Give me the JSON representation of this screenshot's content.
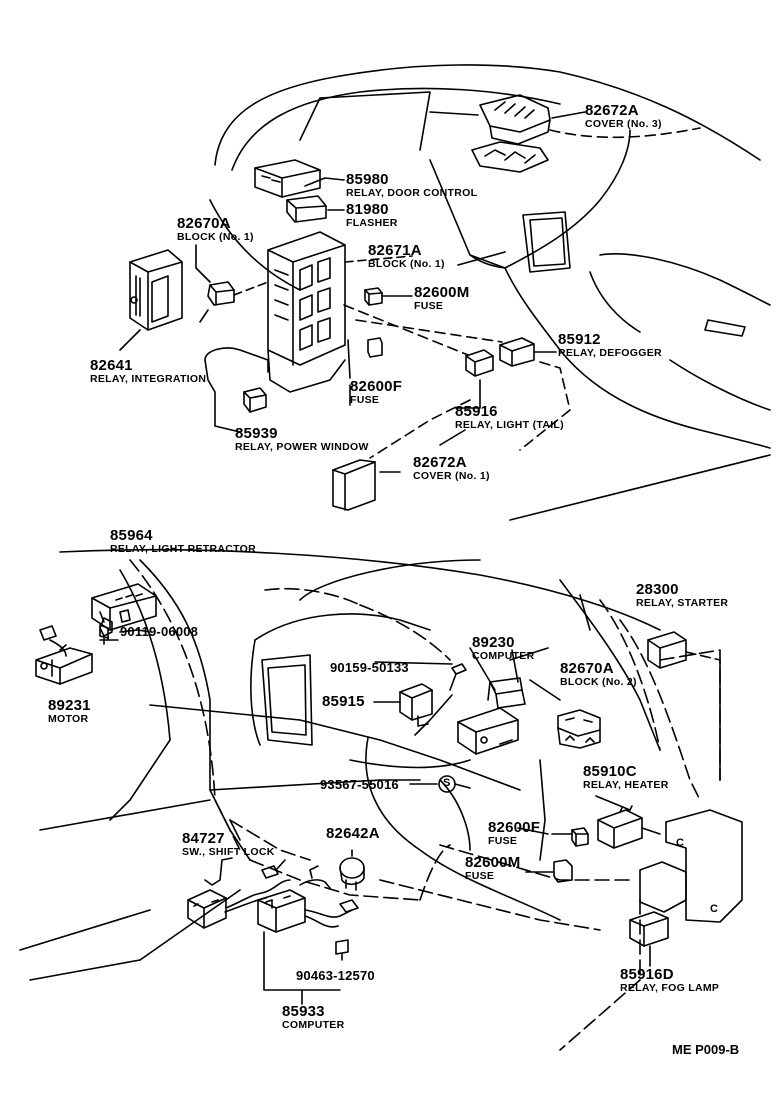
{
  "callouts": {
    "c82672A_no3": {
      "pn": "82672A",
      "desc": "COVER (No. 3)"
    },
    "c85980": {
      "pn": "85980",
      "desc": "RELAY, DOOR CONTROL"
    },
    "c81980": {
      "pn": "81980",
      "desc": "FLASHER"
    },
    "c82670A_no1": {
      "pn": "82670A",
      "desc": "BLOCK (No. 1)"
    },
    "c82671A": {
      "pn": "82671A",
      "desc": "BLOCK (No. 1)"
    },
    "c82600M_top": {
      "pn": "82600M",
      "desc": "FUSE"
    },
    "c85912": {
      "pn": "85912",
      "desc": "RELAY, DEFOGGER"
    },
    "c82641": {
      "pn": "82641",
      "desc": "RELAY, INTEGRATION"
    },
    "c82600F_top": {
      "pn": "82600F",
      "desc": "FUSE"
    },
    "c85916": {
      "pn": "85916",
      "desc": "RELAY, LIGHT (TAIL)"
    },
    "c85939": {
      "pn": "85939",
      "desc": "RELAY, POWER WINDOW"
    },
    "c82672A_no1": {
      "pn": "82672A",
      "desc": "COVER (No. 1)"
    },
    "c85964": {
      "pn": "85964",
      "desc": "RELAY, LIGHT RETRACTOR"
    },
    "c90119": {
      "pn": "90119-06008",
      "desc": ""
    },
    "c89231": {
      "pn": "89231",
      "desc": "MOTOR"
    },
    "c28300": {
      "pn": "28300",
      "desc": "RELAY, STARTER"
    },
    "c89230": {
      "pn": "89230",
      "desc": "COMPUTER"
    },
    "c90159": {
      "pn": "90159-50133",
      "desc": ""
    },
    "c82670A_no2": {
      "pn": "82670A",
      "desc": "BLOCK (No. 2)"
    },
    "c85915": {
      "pn": "85915",
      "desc": ""
    },
    "c93567": {
      "pn": "93567-55016",
      "desc": ""
    },
    "c85910C": {
      "pn": "85910C",
      "desc": "RELAY, HEATER"
    },
    "c84727": {
      "pn": "84727",
      "desc": "SW., SHIFT LOCK"
    },
    "c82642A": {
      "pn": "82642A",
      "desc": ""
    },
    "c82600F_bot": {
      "pn": "82600F",
      "desc": "FUSE"
    },
    "c82600M_bot": {
      "pn": "82600M",
      "desc": "FUSE"
    },
    "c90463": {
      "pn": "90463-12570",
      "desc": ""
    },
    "c85933": {
      "pn": "85933",
      "desc": "COMPUTER"
    },
    "c85916D": {
      "pn": "85916D",
      "desc": "RELAY, FOG LAMP"
    }
  },
  "marker_s": "S",
  "reference": "ME P009-B"
}
